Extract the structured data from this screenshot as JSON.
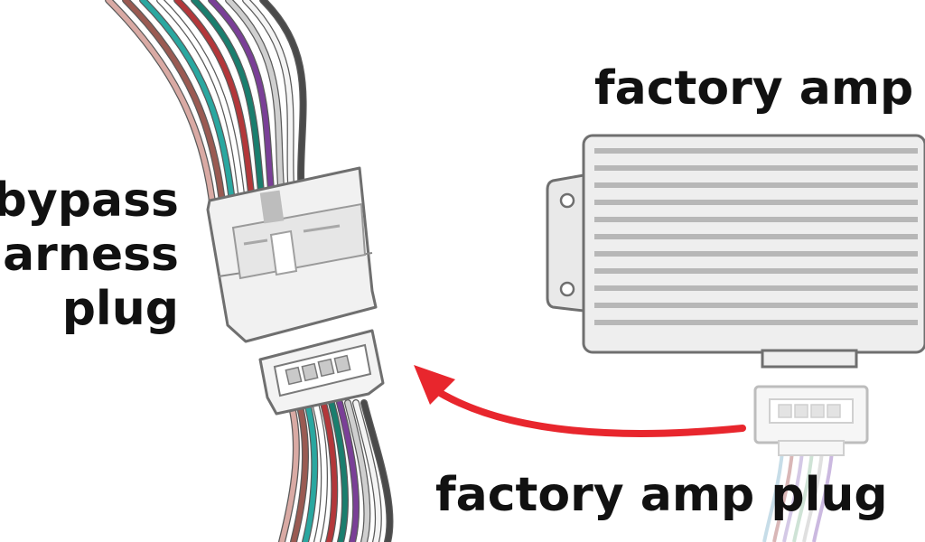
{
  "labels": {
    "factory_amp": "factory amp",
    "factory_amp_plug": "factory amp plug",
    "bypass_harness_plug": [
      "bypass",
      "arness",
      "plug"
    ]
  },
  "colors": {
    "arrow": "#e8262d",
    "housing_fill": "#f1f1f1",
    "housing_stroke": "#6f6f6f",
    "amp_fill": "#eeeeee",
    "fin_dark": "#b7b7b7",
    "wires": [
      "#d9aaa4",
      "#9a5a52",
      "#2aa7a0",
      "#ffffff",
      "#b3373a",
      "#1a7e6e",
      "#7a3f97",
      "#cfcfcf",
      "#f4f4f4",
      "#4a4a4a"
    ]
  }
}
